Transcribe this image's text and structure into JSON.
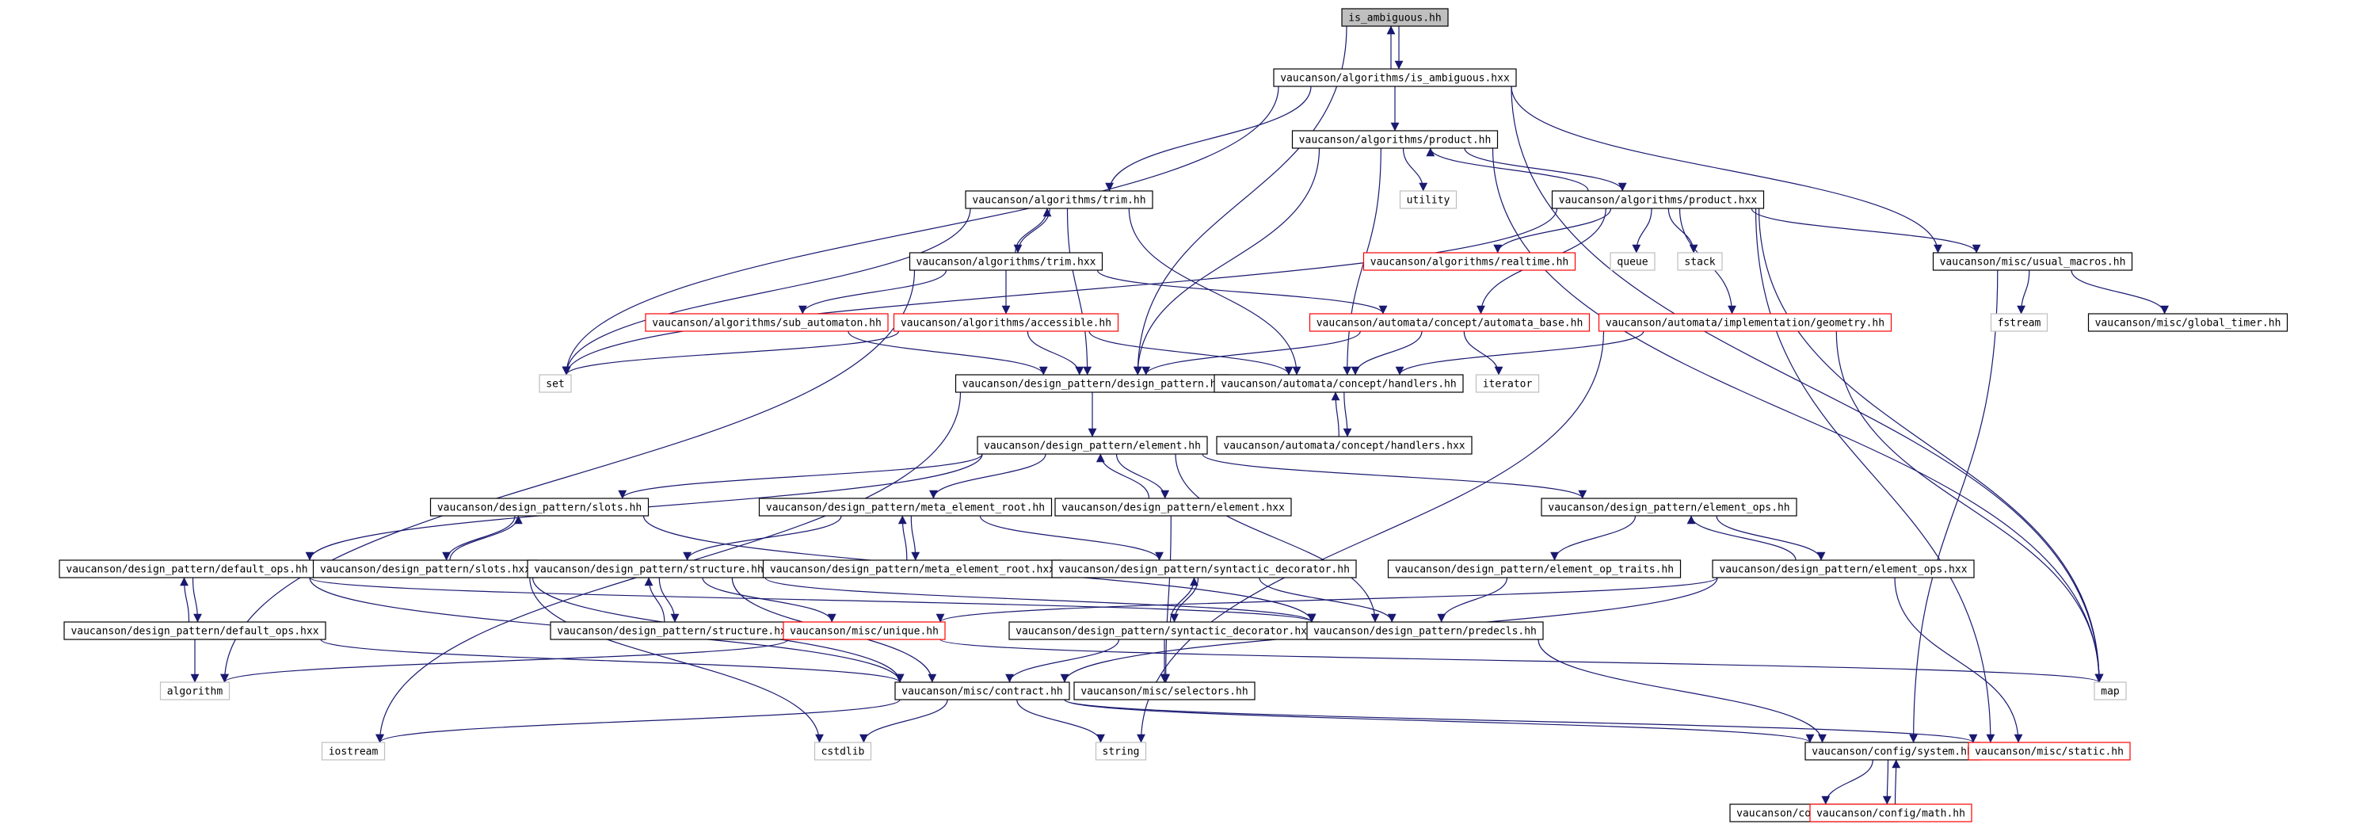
{
  "graph": {
    "colors": {
      "edge": "#191970",
      "border_normal": "#000000",
      "border_truncated": "#ff0000",
      "border_external": "#bfbfbf",
      "fill_root": "#bfbfbf",
      "fill_default": "#ffffff"
    },
    "nodes": [
      {
        "id": "is_ambiguous_hh",
        "label": "is_ambiguous.hh",
        "kind": "root"
      },
      {
        "id": "is_ambiguous_hxx",
        "label": "vaucanson/algorithms/is_ambiguous.hxx",
        "kind": "normal"
      },
      {
        "id": "product_hh",
        "label": "vaucanson/algorithms/product.hh",
        "kind": "normal"
      },
      {
        "id": "utility",
        "label": "utility",
        "kind": "external"
      },
      {
        "id": "product_hxx",
        "label": "vaucanson/algorithms/product.hxx",
        "kind": "normal"
      },
      {
        "id": "trim_hh",
        "label": "vaucanson/algorithms/trim.hh",
        "kind": "normal"
      },
      {
        "id": "trim_hxx",
        "label": "vaucanson/algorithms/trim.hxx",
        "kind": "normal"
      },
      {
        "id": "realtime_hh",
        "label": "vaucanson/algorithms/realtime.hh",
        "kind": "truncated"
      },
      {
        "id": "queue",
        "label": "queue",
        "kind": "external"
      },
      {
        "id": "stack",
        "label": "stack",
        "kind": "external"
      },
      {
        "id": "usual_macros",
        "label": "vaucanson/misc/usual_macros.hh",
        "kind": "normal"
      },
      {
        "id": "fstream",
        "label": "fstream",
        "kind": "external"
      },
      {
        "id": "global_timer",
        "label": "vaucanson/misc/global_timer.hh",
        "kind": "normal"
      },
      {
        "id": "sub_automaton",
        "label": "vaucanson/algorithms/sub_automaton.hh",
        "kind": "truncated"
      },
      {
        "id": "accessible",
        "label": "vaucanson/algorithms/accessible.hh",
        "kind": "truncated"
      },
      {
        "id": "automata_base",
        "label": "vaucanson/automata/concept/automata_base.hh",
        "kind": "truncated"
      },
      {
        "id": "geometry",
        "label": "vaucanson/automata/implementation/geometry.hh",
        "kind": "truncated"
      },
      {
        "id": "set",
        "label": "set",
        "kind": "external"
      },
      {
        "id": "design_pattern_hh",
        "label": "vaucanson/design_pattern/design_pattern.hh",
        "kind": "normal"
      },
      {
        "id": "handlers_hh",
        "label": "vaucanson/automata/concept/handlers.hh",
        "kind": "normal"
      },
      {
        "id": "iterator",
        "label": "iterator",
        "kind": "external"
      },
      {
        "id": "handlers_hxx",
        "label": "vaucanson/automata/concept/handlers.hxx",
        "kind": "normal"
      },
      {
        "id": "element_hh",
        "label": "vaucanson/design_pattern/element.hh",
        "kind": "normal"
      },
      {
        "id": "slots_hh",
        "label": "vaucanson/design_pattern/slots.hh",
        "kind": "normal"
      },
      {
        "id": "meta_element_root_hh",
        "label": "vaucanson/design_pattern/meta_element_root.hh",
        "kind": "normal"
      },
      {
        "id": "element_hxx",
        "label": "vaucanson/design_pattern/element.hxx",
        "kind": "normal"
      },
      {
        "id": "element_ops_hh",
        "label": "vaucanson/design_pattern/element_ops.hh",
        "kind": "normal"
      },
      {
        "id": "default_ops_hh",
        "label": "vaucanson/design_pattern/default_ops.hh",
        "kind": "normal"
      },
      {
        "id": "slots_hxx",
        "label": "vaucanson/design_pattern/slots.hxx",
        "kind": "normal"
      },
      {
        "id": "structure_hh",
        "label": "vaucanson/design_pattern/structure.hh",
        "kind": "normal"
      },
      {
        "id": "meta_element_root_hxx",
        "label": "vaucanson/design_pattern/meta_element_root.hxx",
        "kind": "normal"
      },
      {
        "id": "syntactic_decorator_hh",
        "label": "vaucanson/design_pattern/syntactic_decorator.hh",
        "kind": "normal"
      },
      {
        "id": "element_op_traits",
        "label": "vaucanson/design_pattern/element_op_traits.hh",
        "kind": "normal"
      },
      {
        "id": "element_ops_hxx",
        "label": "vaucanson/design_pattern/element_ops.hxx",
        "kind": "normal"
      },
      {
        "id": "default_ops_hxx",
        "label": "vaucanson/design_pattern/default_ops.hxx",
        "kind": "normal"
      },
      {
        "id": "structure_hxx",
        "label": "vaucanson/design_pattern/structure.hxx",
        "kind": "normal"
      },
      {
        "id": "unique_hh",
        "label": "vaucanson/misc/unique.hh",
        "kind": "truncated"
      },
      {
        "id": "syntactic_decorator_hxx",
        "label": "vaucanson/design_pattern/syntactic_decorator.hxx",
        "kind": "normal"
      },
      {
        "id": "predecls",
        "label": "vaucanson/design_pattern/predecls.hh",
        "kind": "normal"
      },
      {
        "id": "algorithm",
        "label": "algorithm",
        "kind": "external"
      },
      {
        "id": "contract",
        "label": "vaucanson/misc/contract.hh",
        "kind": "normal"
      },
      {
        "id": "selectors",
        "label": "vaucanson/misc/selectors.hh",
        "kind": "normal"
      },
      {
        "id": "map",
        "label": "map",
        "kind": "external"
      },
      {
        "id": "iostream",
        "label": "iostream",
        "kind": "external"
      },
      {
        "id": "cstdlib",
        "label": "cstdlib",
        "kind": "external"
      },
      {
        "id": "string",
        "label": "string",
        "kind": "external"
      },
      {
        "id": "system_hh",
        "label": "vaucanson/config/system.hh",
        "kind": "normal"
      },
      {
        "id": "static_hh",
        "label": "vaucanson/misc/static.hh",
        "kind": "truncated"
      },
      {
        "id": "pconf",
        "label": "vaucanson/config/pconf.hh",
        "kind": "normal"
      },
      {
        "id": "math",
        "label": "vaucanson/config/math.hh",
        "kind": "truncated"
      }
    ],
    "edges": [
      [
        "is_ambiguous_hh",
        "is_ambiguous_hxx"
      ],
      [
        "is_ambiguous_hh",
        "design_pattern_hh"
      ],
      [
        "is_ambiguous_hxx",
        "is_ambiguous_hh"
      ],
      [
        "is_ambiguous_hxx",
        "product_hh"
      ],
      [
        "is_ambiguous_hxx",
        "trim_hh"
      ],
      [
        "is_ambiguous_hxx",
        "usual_macros"
      ],
      [
        "is_ambiguous_hxx",
        "set"
      ],
      [
        "is_ambiguous_hxx",
        "map"
      ],
      [
        "product_hh",
        "utility"
      ],
      [
        "product_hh",
        "product_hxx"
      ],
      [
        "product_hh",
        "design_pattern_hh"
      ],
      [
        "product_hh",
        "handlers_hh"
      ],
      [
        "product_hh",
        "map"
      ],
      [
        "product_hxx",
        "product_hh"
      ],
      [
        "product_hxx",
        "realtime_hh"
      ],
      [
        "product_hxx",
        "queue"
      ],
      [
        "product_hxx",
        "stack"
      ],
      [
        "product_hxx",
        "usual_macros"
      ],
      [
        "product_hxx",
        "automata_base"
      ],
      [
        "product_hxx",
        "geometry"
      ],
      [
        "product_hxx",
        "set"
      ],
      [
        "product_hxx",
        "map"
      ],
      [
        "product_hxx",
        "static_hh"
      ],
      [
        "trim_hh",
        "trim_hxx"
      ],
      [
        "trim_hh",
        "set"
      ],
      [
        "trim_hh",
        "design_pattern_hh"
      ],
      [
        "trim_hh",
        "handlers_hh"
      ],
      [
        "trim_hxx",
        "trim_hh"
      ],
      [
        "trim_hxx",
        "sub_automaton"
      ],
      [
        "trim_hxx",
        "accessible"
      ],
      [
        "trim_hxx",
        "automata_base"
      ],
      [
        "trim_hxx",
        "algorithm"
      ],
      [
        "accessible",
        "set"
      ],
      [
        "accessible",
        "design_pattern_hh"
      ],
      [
        "accessible",
        "handlers_hh"
      ],
      [
        "sub_automaton",
        "design_pattern_hh"
      ],
      [
        "automata_base",
        "design_pattern_hh"
      ],
      [
        "automata_base",
        "handlers_hh"
      ],
      [
        "automata_base",
        "iterator"
      ],
      [
        "geometry",
        "handlers_hh"
      ],
      [
        "geometry",
        "map"
      ],
      [
        "geometry",
        "string"
      ],
      [
        "usual_macros",
        "fstream"
      ],
      [
        "usual_macros",
        "global_timer"
      ],
      [
        "usual_macros",
        "system_hh"
      ],
      [
        "design_pattern_hh",
        "element_hh"
      ],
      [
        "design_pattern_hh",
        "iostream"
      ],
      [
        "handlers_hh",
        "handlers_hxx"
      ],
      [
        "handlers_hxx",
        "handlers_hh"
      ],
      [
        "element_hh",
        "slots_hh"
      ],
      [
        "element_hh",
        "meta_element_root_hh"
      ],
      [
        "element_hh",
        "element_hxx"
      ],
      [
        "element_hh",
        "element_ops_hh"
      ],
      [
        "element_hh",
        "default_ops_hh"
      ],
      [
        "element_hh",
        "predecls"
      ],
      [
        "element_hxx",
        "element_hh"
      ],
      [
        "element_hxx",
        "selectors"
      ],
      [
        "slots_hh",
        "slots_hxx"
      ],
      [
        "slots_hh",
        "predecls"
      ],
      [
        "slots_hxx",
        "slots_hh"
      ],
      [
        "slots_hxx",
        "cstdlib"
      ],
      [
        "slots_hxx",
        "contract"
      ],
      [
        "meta_element_root_hh",
        "meta_element_root_hxx"
      ],
      [
        "meta_element_root_hh",
        "structure_hh"
      ],
      [
        "meta_element_root_hh",
        "syntactic_decorator_hh"
      ],
      [
        "meta_element_root_hxx",
        "meta_element_root_hh"
      ],
      [
        "structure_hh",
        "structure_hxx"
      ],
      [
        "structure_hh",
        "unique_hh"
      ],
      [
        "structure_hh",
        "predecls"
      ],
      [
        "structure_hh",
        "contract"
      ],
      [
        "structure_hxx",
        "structure_hh"
      ],
      [
        "element_ops_hh",
        "element_op_traits"
      ],
      [
        "element_ops_hh",
        "element_ops_hxx"
      ],
      [
        "element_ops_hxx",
        "element_ops_hh"
      ],
      [
        "element_ops_hxx",
        "unique_hh"
      ],
      [
        "element_ops_hxx",
        "contract"
      ],
      [
        "element_ops_hxx",
        "static_hh"
      ],
      [
        "element_op_traits",
        "predecls"
      ],
      [
        "default_ops_hh",
        "default_ops_hxx"
      ],
      [
        "default_ops_hh",
        "predecls"
      ],
      [
        "default_ops_hh",
        "contract"
      ],
      [
        "default_ops_hxx",
        "default_ops_hh"
      ],
      [
        "default_ops_hxx",
        "algorithm"
      ],
      [
        "default_ops_hxx",
        "contract"
      ],
      [
        "syntactic_decorator_hh",
        "syntactic_decorator_hxx"
      ],
      [
        "syntactic_decorator_hh",
        "predecls"
      ],
      [
        "syntactic_decorator_hxx",
        "syntactic_decorator_hh"
      ],
      [
        "syntactic_decorator_hxx",
        "contract"
      ],
      [
        "syntactic_decorator_hxx",
        "selectors"
      ],
      [
        "unique_hh",
        "algorithm"
      ],
      [
        "unique_hh",
        "map"
      ],
      [
        "predecls",
        "system_hh"
      ],
      [
        "contract",
        "iostream"
      ],
      [
        "contract",
        "cstdlib"
      ],
      [
        "contract",
        "string"
      ],
      [
        "contract",
        "system_hh"
      ],
      [
        "contract",
        "static_hh"
      ],
      [
        "system_hh",
        "pconf"
      ],
      [
        "system_hh",
        "math"
      ],
      [
        "math",
        "system_hh"
      ]
    ]
  }
}
